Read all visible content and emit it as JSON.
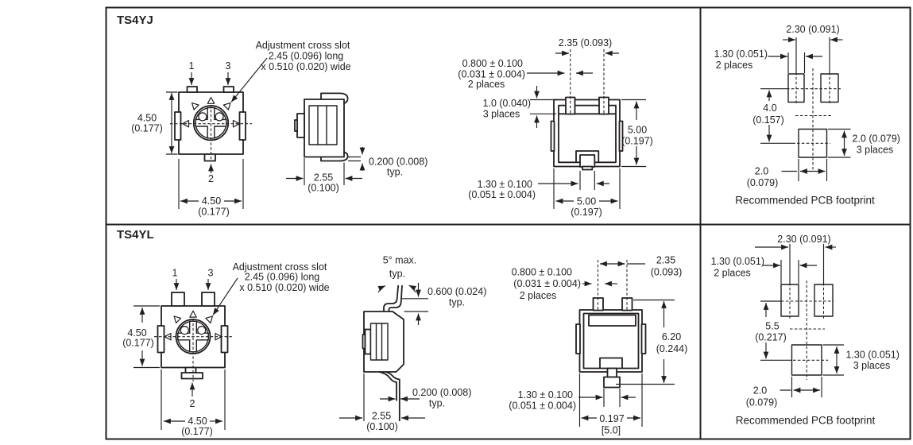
{
  "colors": {
    "ink": "#231f20",
    "background": "#ffffff"
  },
  "sections": {
    "ts4yj": {
      "title": "TS4YJ",
      "top_view": {
        "pins": {
          "p1": "1",
          "p3": "3",
          "p2": "2"
        },
        "callout": [
          "Adjustment cross slot",
          "2.45 (0.096) long",
          "x 0.510 (0.020) wide"
        ],
        "height": [
          "4.50",
          "(0.177)"
        ],
        "width": [
          "4.50",
          "(0.177)"
        ]
      },
      "side_view": {
        "depth": [
          "2.55",
          "(0.100)"
        ],
        "standoff": [
          "0.200 (0.008)",
          "typ."
        ]
      },
      "front_view": {
        "pin_spacing": "2.35 (0.093)",
        "pin_width": [
          "0.800 ± 0.100",
          "(0.031 ± 0.004)",
          "2 places"
        ],
        "pin_length": [
          "1.0 (0.040)",
          "3 places"
        ],
        "height": [
          "5.00",
          "(0.197)"
        ],
        "center_pin_width": [
          "1.30 ± 0.100",
          "(0.051 ± 0.004)"
        ],
        "width": [
          "5.00",
          "(0.197)"
        ]
      },
      "footprint": {
        "pad_spacing": "2.30 (0.091)",
        "pad_width": [
          "1.30 (0.051)",
          "2 places"
        ],
        "row_pitch": [
          "4.0",
          "(0.157)"
        ],
        "pad_size_side": [
          "2.0 (0.079)",
          "3 places"
        ],
        "pad_size_bottom": [
          "2.0",
          "(0.079)"
        ],
        "caption": "Recommended PCB footprint"
      }
    },
    "ts4yl": {
      "title": "TS4YL",
      "top_view": {
        "pins": {
          "p1": "1",
          "p3": "3",
          "p2": "2"
        },
        "callout": [
          "Adjustment cross slot",
          "2.45 (0.096) long",
          "x 0.510 (0.020) wide"
        ],
        "height": [
          "4.50",
          "(0.177)"
        ],
        "width": [
          "4.50",
          "(0.177)"
        ]
      },
      "side_view": {
        "lead_angle": [
          "5° max.",
          "typ."
        ],
        "lead_rise": [
          "0.600 (0.024)",
          "typ."
        ],
        "depth": [
          "2.55",
          "(0.100)"
        ],
        "standoff": [
          "0.200 (0.008)",
          "typ."
        ]
      },
      "front_view": {
        "pin_spacing": [
          "2.35",
          "(0.093)"
        ],
        "pin_width": [
          "0.800 ± 0.100",
          "(0.031 ± 0.004)",
          "2 places"
        ],
        "height": [
          "6.20",
          "(0.244)"
        ],
        "center_pin_width": [
          "1.30 ± 0.100",
          "(0.051 ± 0.004)"
        ],
        "width": [
          "0.197",
          "[5.0]"
        ]
      },
      "footprint": {
        "pad_spacing": "2.30 (0.091)",
        "pad_width": [
          "1.30 (0.051)",
          "2 places"
        ],
        "row_pitch": [
          "5.5",
          "(0.217)"
        ],
        "pad_size_side": [
          "1.30 (0.051)",
          "3 places"
        ],
        "pad_size_bottom": [
          "2.0",
          "(0.079)"
        ],
        "caption": "Recommended PCB footprint"
      }
    }
  }
}
